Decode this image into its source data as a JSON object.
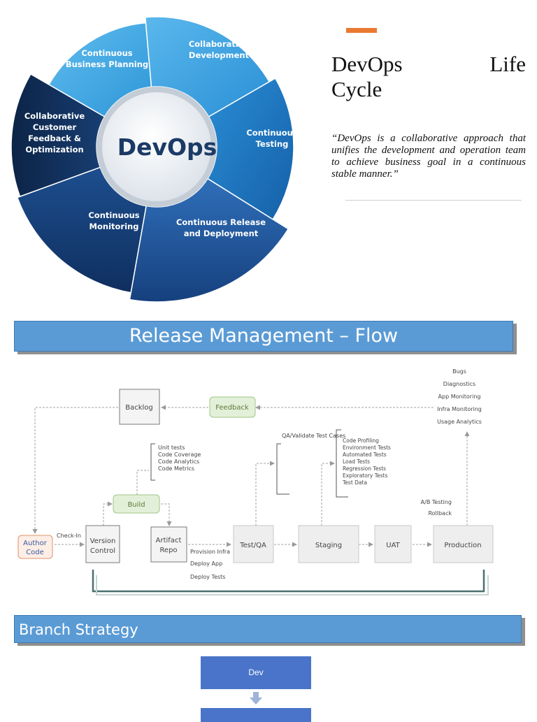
{
  "lifecycle": {
    "center": "DevOps",
    "segments": [
      {
        "lines": [
          "Continuous",
          "Business Planning"
        ]
      },
      {
        "lines": [
          "Collaborative",
          "Development"
        ]
      },
      {
        "lines": [
          "Continuous",
          "Testing"
        ]
      },
      {
        "lines": [
          "Continuous Release",
          "and Deployment"
        ]
      },
      {
        "lines": [
          "Continuous",
          "Monitoring"
        ]
      },
      {
        "lines": [
          "Collaborative",
          "Customer",
          "Feedback &",
          "Optimization"
        ]
      }
    ]
  },
  "title_words": [
    "DevOps",
    "Life"
  ],
  "title_line2": "Cycle",
  "quote": "“DevOps is a collaborative approach that unifies the development and operation team to achieve business goal in a continuous stable manner.”",
  "release_banner": "Release Management – Flow",
  "flow": {
    "nodes": {
      "author": [
        "Author",
        "Code"
      ],
      "version": [
        "Version",
        "Control"
      ],
      "artifact": [
        "Artifact",
        "Repo"
      ],
      "testqa": "Test/QA",
      "staging": "Staging",
      "uat": "UAT",
      "production": "Production",
      "backlog": "Backlog",
      "feedback": "Feedback",
      "build": "Build"
    },
    "checkin": "Check-In",
    "build_checks": [
      "Unit tests",
      "Code Coverage",
      "Code Analytics",
      "Code Metrics"
    ],
    "artifact_actions": [
      "Provision Infra",
      "Deploy App",
      "Deploy Tests"
    ],
    "qa_label": "QA/Validate Test Cases",
    "staging_tests": [
      "Code Profiling",
      "Environment Tests",
      "Automated Tests",
      "Load Tests",
      "Regression Tests",
      "Exploratory Tests",
      "Test Data"
    ],
    "prod_actions": [
      "A/B Testing",
      "Rollback"
    ],
    "monitoring": [
      "Bugs",
      "Diagnostics",
      "App Monitoring",
      "Infra Monitoring",
      "Usage Analytics"
    ]
  },
  "branch_banner": "Branch Strategy",
  "branch": {
    "dev": "Dev"
  },
  "colors": {
    "accent": "#e97a30",
    "banner": "#5b9bd5",
    "pill": "#4a74c9",
    "green": "#a9d18e",
    "author": "#f4b183"
  }
}
